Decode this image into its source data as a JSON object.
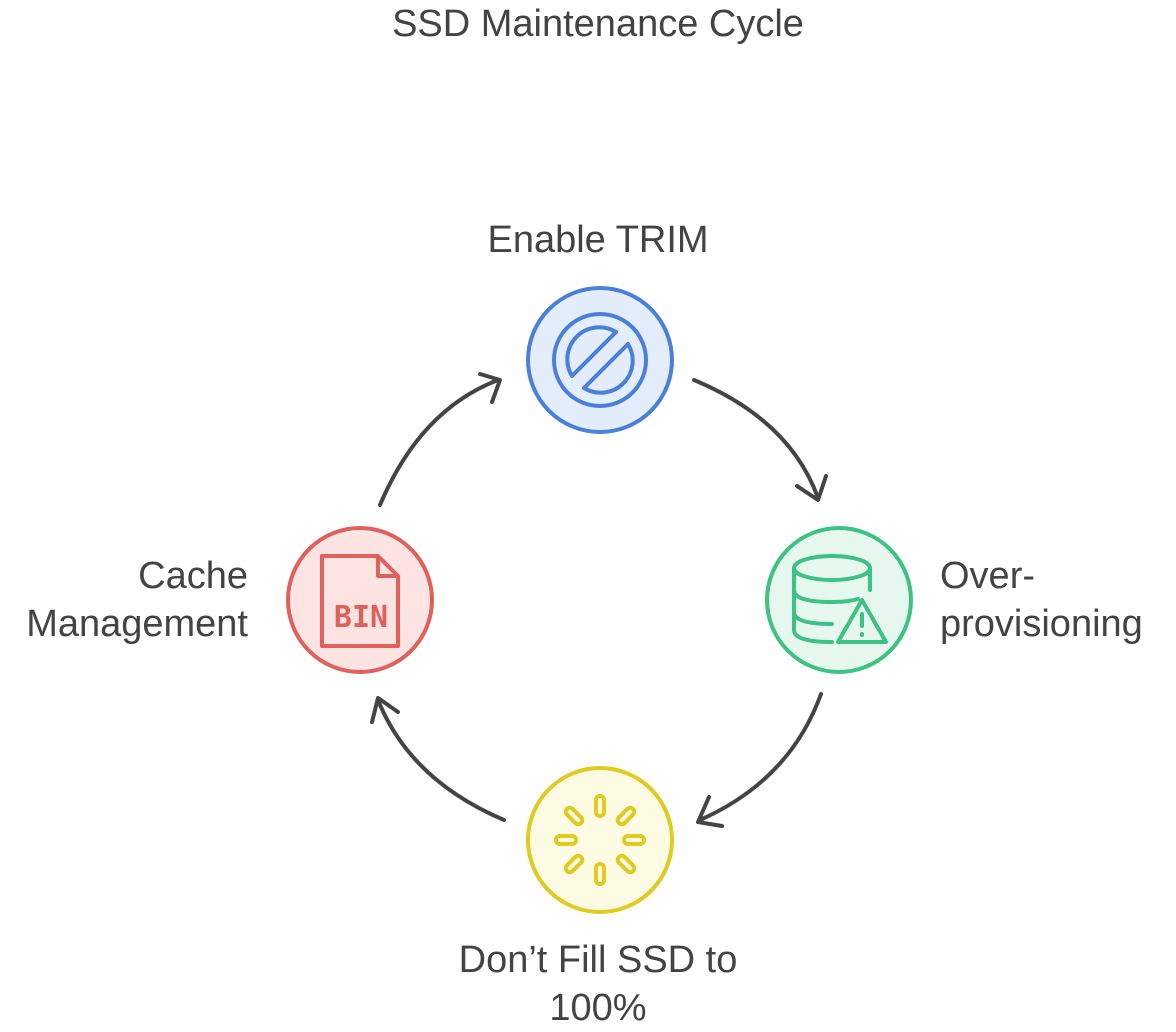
{
  "title": "SSD Maintenance Cycle",
  "steps": [
    {
      "lines": [
        "Enable TRIM"
      ],
      "icon": "prohibited-icon",
      "color": "#4a7fdc",
      "fill": "#e4edfb"
    },
    {
      "lines": [
        "Over-",
        "provisioning"
      ],
      "icon": "database-warning-icon",
      "color": "#3cc283",
      "fill": "#e6f7ee"
    },
    {
      "lines": [
        "Don’t Fill SSD to",
        "100%"
      ],
      "icon": "loading-spinner-icon",
      "color": "#e0cb1f",
      "fill": "#fdfbe4"
    },
    {
      "lines": [
        "Cache",
        "Management"
      ],
      "icon": "bin-file-icon",
      "icon_text": "BIN",
      "color": "#e0605c",
      "fill": "#fde4e3"
    }
  ],
  "arrow_color": "#444444"
}
